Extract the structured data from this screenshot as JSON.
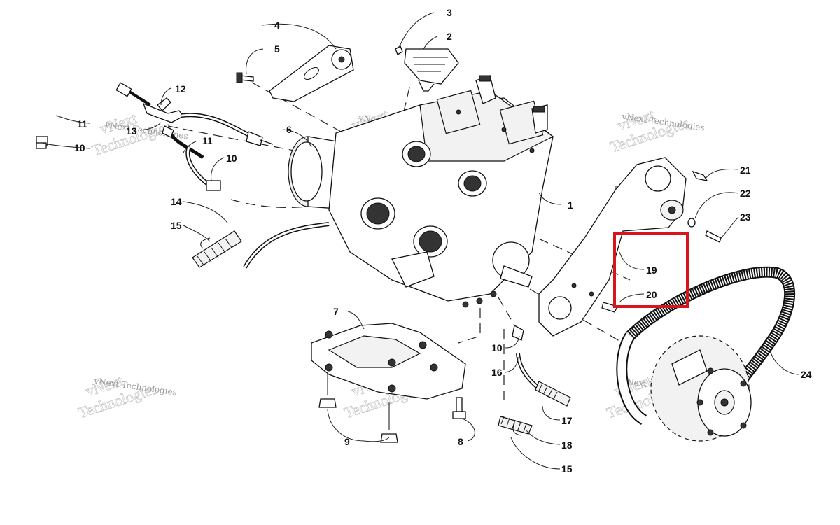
{
  "watermark": {
    "line1": "vNext",
    "line2": "Technologies",
    "small": "vNext Technologies"
  },
  "callouts": [
    {
      "id": "c1",
      "text": "1"
    },
    {
      "id": "c2",
      "text": "2"
    },
    {
      "id": "c3",
      "text": "3"
    },
    {
      "id": "c4",
      "text": "4"
    },
    {
      "id": "c5",
      "text": "5"
    },
    {
      "id": "c6",
      "text": "6"
    },
    {
      "id": "c7",
      "text": "7"
    },
    {
      "id": "c8",
      "text": "8"
    },
    {
      "id": "c9",
      "text": "9"
    },
    {
      "id": "c10a",
      "text": "10"
    },
    {
      "id": "c10b",
      "text": "10"
    },
    {
      "id": "c10c",
      "text": "10"
    },
    {
      "id": "c11a",
      "text": "11"
    },
    {
      "id": "c11b",
      "text": "11"
    },
    {
      "id": "c12",
      "text": "12"
    },
    {
      "id": "c13",
      "text": "13"
    },
    {
      "id": "c14",
      "text": "14"
    },
    {
      "id": "c15a",
      "text": "15"
    },
    {
      "id": "c15b",
      "text": "15"
    },
    {
      "id": "c16",
      "text": "16"
    },
    {
      "id": "c17",
      "text": "17"
    },
    {
      "id": "c18",
      "text": "18"
    },
    {
      "id": "c19",
      "text": "19"
    },
    {
      "id": "c20",
      "text": "20"
    },
    {
      "id": "c21",
      "text": "21"
    },
    {
      "id": "c22",
      "text": "22"
    },
    {
      "id": "c23",
      "text": "23"
    },
    {
      "id": "c24",
      "text": "24"
    }
  ],
  "highlight": {
    "color": "#d8141c",
    "covers": [
      "19",
      "20"
    ]
  }
}
